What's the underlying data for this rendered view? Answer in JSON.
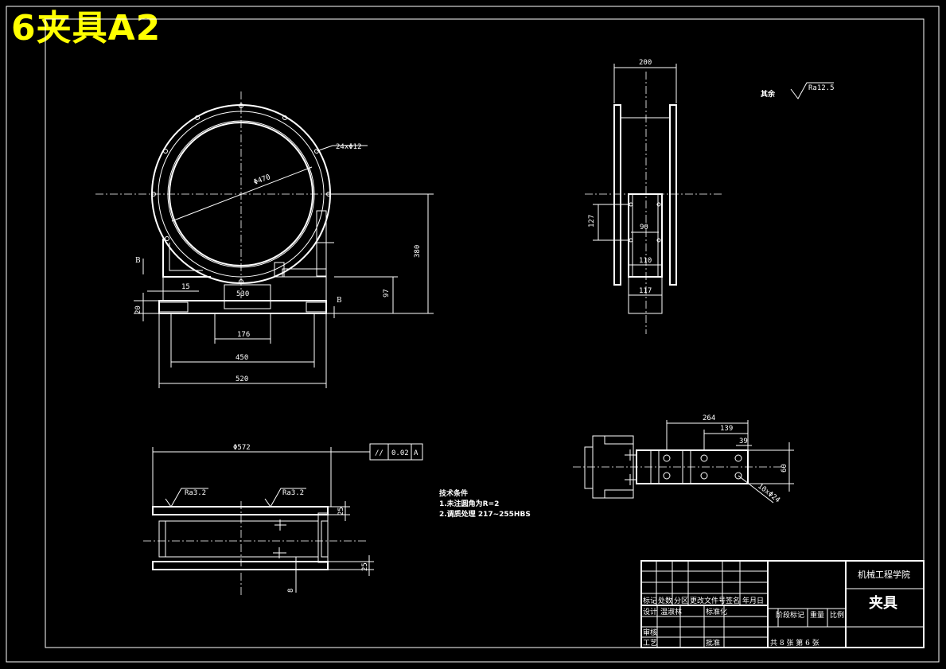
{
  "title": "6夹具A2",
  "colors": {
    "background": "#000000",
    "lines": "#ffffff",
    "title": "#ffff00"
  },
  "front_view": {
    "dims": {
      "holes": "24xΦ12",
      "bore": "Φ470",
      "height": "380",
      "base_h": "97",
      "thk": "20",
      "offset": "15",
      "inner": "530",
      "w176": "176",
      "w450": "450",
      "w520": "520"
    },
    "section_label_left": "B",
    "section_label_right": "B"
  },
  "side_view": {
    "dims": {
      "w200": "200",
      "h127": "127",
      "w90": "90",
      "w110": "110",
      "w117": "117"
    }
  },
  "roughness_other": {
    "label": "其余",
    "value": "Ra12.5"
  },
  "section_view": {
    "dims": {
      "dia572": "Φ572",
      "h25a": "25",
      "h25b": "25",
      "h8": "8"
    },
    "tolerance": {
      "symbol": "//",
      "value": "0.02",
      "datum": "A"
    },
    "roughness_a": "Ra3.2",
    "roughness_b": "Ra3.2"
  },
  "tech_req": {
    "title": "技术条件",
    "line1": "1.未注圆角为R=2",
    "line2": "2.调质处理 217~255HBS"
  },
  "plan_view": {
    "dims": {
      "w264": "264",
      "w139": "139",
      "w39": "39",
      "h60": "60",
      "holes": "10xΦ24"
    }
  },
  "title_block": {
    "school": "机械工程学院",
    "drawing_name": "夹具",
    "row_mark": [
      "标记",
      "处数",
      "分区",
      "更改文件号",
      "签名",
      "年月日"
    ],
    "design": "设计",
    "designer": "温淑林",
    "standardize": "标准化",
    "stage_mark": "阶段标记",
    "weight": "重量",
    "scale": "比例",
    "review": "审核",
    "process": "工艺",
    "approve": "批准",
    "sheets": "共 8 张 第 6 张"
  }
}
